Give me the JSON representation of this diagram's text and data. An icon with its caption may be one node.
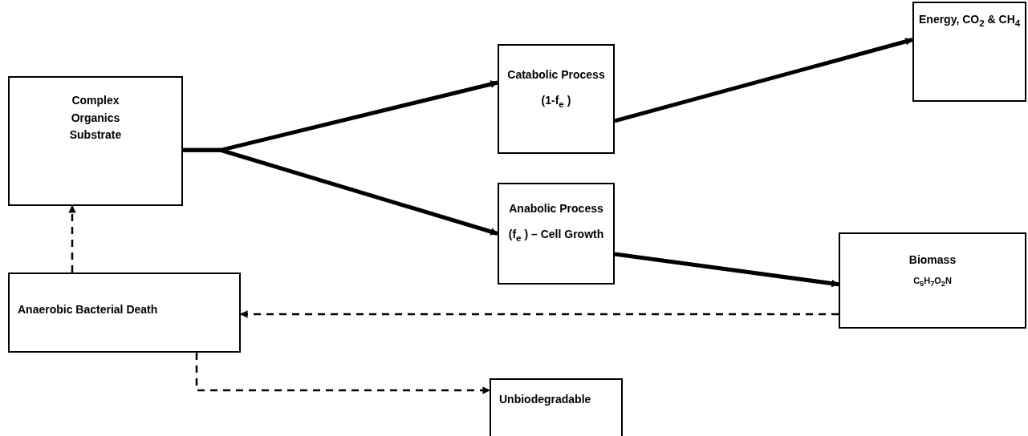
{
  "diagram": {
    "nodes": [
      {
        "text": [
          "Complex Organics Substrate"
        ]
      },
      {
        "text": [
          "Catabolic Process",
          "(1-f$_{e}$ )"
        ]
      },
      {
        "text": [
          "Energy, CO$_{2}$ & CH$_{4}$"
        ]
      },
      {
        "text": [
          "Anabolic Process",
          "(f$_{e}$ ) – Cell Growth"
        ]
      },
      {
        "text": [
          "Biomass",
          "C$_{5}$H$_{7}$O$_{2}$N"
        ]
      },
      {
        "text": [
          "Anaerobic Bacterial Death"
        ]
      },
      {
        "text": [
          "Unbiodegradable"
        ]
      }
    ],
    "edges": [
      {
        "from": 0,
        "to": 1,
        "arrow": "to"
      },
      {
        "from": 0,
        "to": 3,
        "arrow": "to"
      },
      {
        "from": 1,
        "to": 2,
        "arrow": "to"
      },
      {
        "from": 3,
        "to": 4,
        "arrow": "to"
      },
      {
        "from": 4,
        "to": 5,
        "arrow": "to",
        "style": "dashed"
      },
      {
        "from": 5,
        "to": 0,
        "arrow": "to",
        "style": "dashed"
      },
      {
        "from": 5,
        "to": 6,
        "arrow": "to",
        "style": "dashed"
      }
    ]
  }
}
